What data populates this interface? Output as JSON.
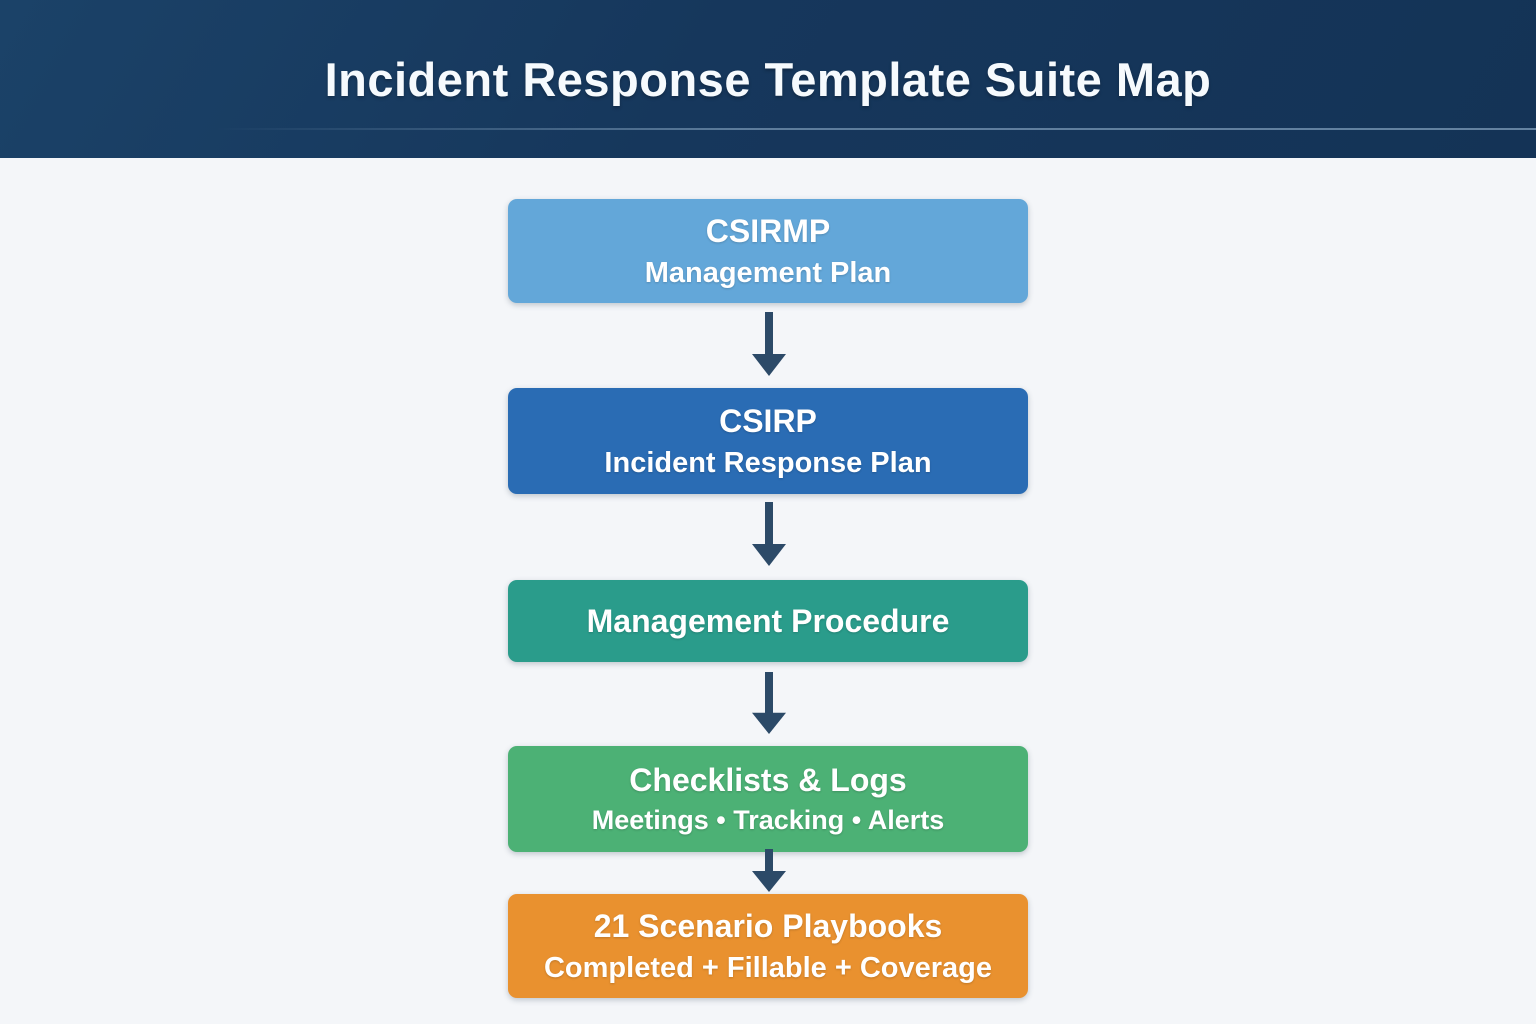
{
  "header": {
    "title": "Incident Response Template Suite Map"
  },
  "diagram": {
    "nodes": [
      {
        "name": "csirmp-management-plan",
        "title": "CSIRMP",
        "subtitle": "Management Plan",
        "color": "#63a7d9"
      },
      {
        "name": "csirp-incident-response",
        "title": "CSIRP",
        "subtitle": "Incident Response Plan",
        "color": "#2a6cb4"
      },
      {
        "name": "management-procedure",
        "title": "Management Procedure",
        "subtitle": "",
        "color": "#2a9c8b"
      },
      {
        "name": "checklists-and-logs",
        "title": "Checklists & Logs",
        "subtitle": "Meetings • Tracking • Alerts",
        "color": "#4cb175"
      },
      {
        "name": "scenario-playbooks",
        "title": "21 Scenario Playbooks",
        "subtitle": "Completed + Fillable + Coverage",
        "color": "#e9912f"
      }
    ],
    "arrow_color": "#2c4a68",
    "colors": {
      "header_background": "#16375c",
      "page_background": "#f4f6f9",
      "text": "#ffffff"
    }
  }
}
